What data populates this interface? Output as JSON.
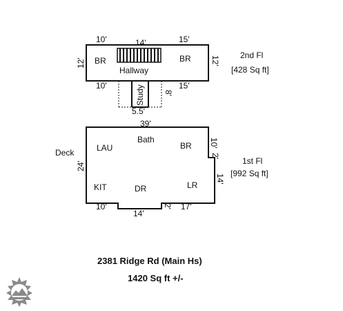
{
  "second_floor": {
    "title": "2nd Fl",
    "area": "[428 Sq ft]",
    "rooms": {
      "br_left": "BR",
      "br_right": "BR",
      "hallway": "Hallway",
      "study": "Study"
    },
    "dims": {
      "top_left": "10'",
      "top_mid": "14'",
      "top_right": "15'",
      "left": "12'",
      "right": "12'",
      "bottom_left": "10'",
      "bottom_right": "15'",
      "study_width": "5.5'",
      "study_depth": "8'"
    }
  },
  "first_floor": {
    "title": "1st Fl",
    "area": "[992 Sq ft]",
    "deck": "Deck",
    "rooms": {
      "lau": "LAU",
      "bath": "Bath",
      "br": "BR",
      "kit": "KIT",
      "dr": "DR",
      "lr": "LR"
    },
    "dims": {
      "top": "39'",
      "left": "24'",
      "right_upper": "10'",
      "notch": "2'",
      "right_lower": "14'",
      "bottom_left": "10'",
      "bottom_mid": "14'",
      "bottom_notch": "2'",
      "bottom_right": "17'"
    }
  },
  "caption": {
    "address": "2381 Ridge Rd (Main Hs)",
    "total": "1420 Sq ft +/-"
  },
  "colors": {
    "line": "#111111",
    "logo": "#8a8a8a"
  }
}
